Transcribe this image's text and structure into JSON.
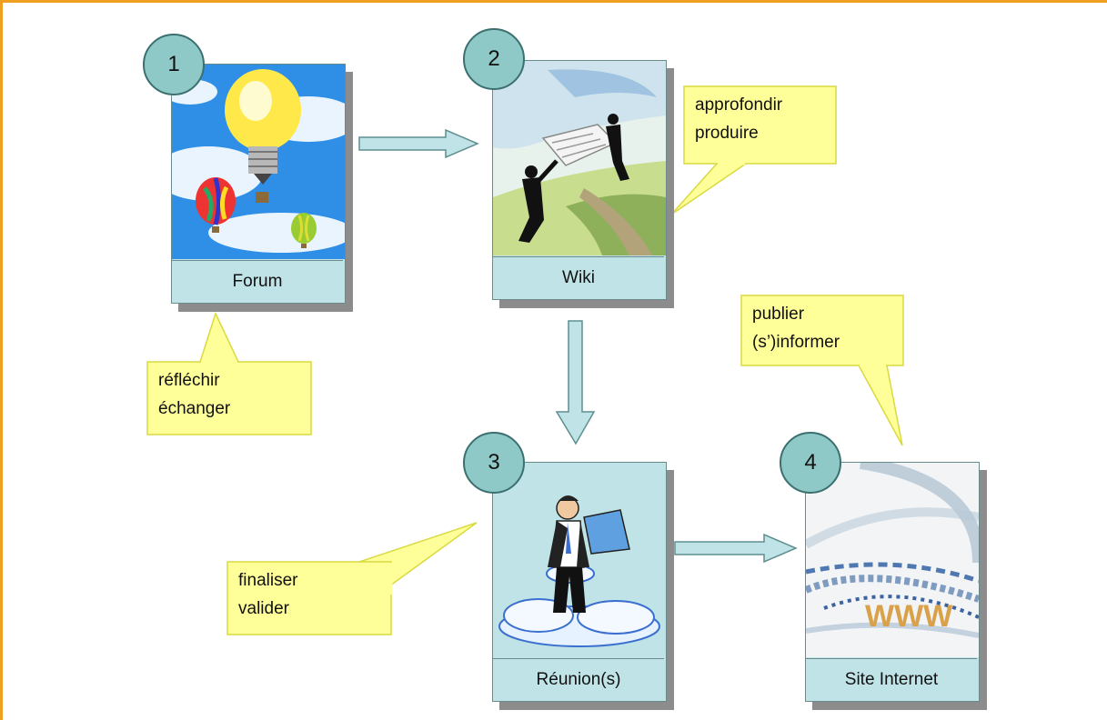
{
  "steps": [
    {
      "number": "1",
      "label": "Forum"
    },
    {
      "number": "2",
      "label": "Wiki"
    },
    {
      "number": "3",
      "label": "Réunion(s)"
    },
    {
      "number": "4",
      "label": "Site Internet"
    }
  ],
  "notes": {
    "wiki": [
      "approfondir",
      "produire"
    ],
    "forum": [
      "réfléchir",
      "échanger"
    ],
    "site": [
      "publier",
      "(s’)informer"
    ],
    "reunion": [
      "finaliser",
      "valider"
    ]
  },
  "illustrations": {
    "forum": "lightbulb-balloons-illustration",
    "wiki": "people-carrying-document-illustration",
    "reunion": "man-on-cloud-reading-illustration",
    "site": "www-digital-chain-illustration",
    "www_text": "WWW"
  },
  "colors": {
    "frame_border": "#f0a020",
    "card_fill": "#bfe3e6",
    "badge_fill": "#8ec9c8",
    "arrow_fill": "#bfe3e6",
    "note_fill": "#ffff99"
  }
}
